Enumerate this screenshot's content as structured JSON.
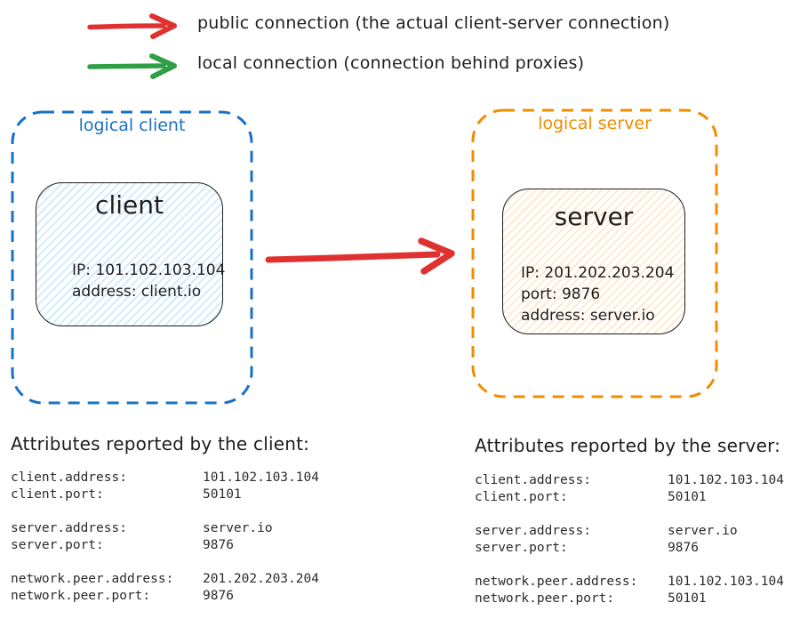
{
  "colors": {
    "public_connection": "#e03131",
    "local_connection": "#2f9e44",
    "logical_client_border": "#1971c2",
    "logical_server_border": "#f08c00",
    "client_node_fill": "#a5d8ff",
    "server_node_fill": "#ffd8a8",
    "text": "#1e1e1e"
  },
  "legend": {
    "public": {
      "label": "public connection (the actual client-server connection)"
    },
    "local": {
      "label": "local connection (connection behind proxies)"
    }
  },
  "logical_client": {
    "label": "logical client",
    "node": {
      "title": "client",
      "line1": "IP: 101.102.103.104",
      "line2": "address: client.io"
    }
  },
  "logical_server": {
    "label": "logical server",
    "node": {
      "title": "server",
      "line1": "IP: 201.202.203.204",
      "line2": "port: 9876",
      "line3": "address: server.io"
    }
  },
  "client_attributes": {
    "heading": "Attributes reported by the client:",
    "rows": [
      {
        "key": "client.address:",
        "value": "101.102.103.104"
      },
      {
        "key": "client.port:",
        "value": "50101"
      },
      {
        "key": "server.address:",
        "value": "server.io"
      },
      {
        "key": "server.port:",
        "value": "9876"
      },
      {
        "key": "network.peer.address:",
        "value": "201.202.203.204"
      },
      {
        "key": "network.peer.port:",
        "value": "9876"
      }
    ]
  },
  "server_attributes": {
    "heading": "Attributes reported by the server:",
    "rows": [
      {
        "key": "client.address:",
        "value": "101.102.103.104"
      },
      {
        "key": "client.port:",
        "value": "50101"
      },
      {
        "key": "server.address:",
        "value": "server.io"
      },
      {
        "key": "server.port:",
        "value": "9876"
      },
      {
        "key": "network.peer.address:",
        "value": "101.102.103.104"
      },
      {
        "key": "network.peer.port:",
        "value": "50101"
      }
    ]
  }
}
